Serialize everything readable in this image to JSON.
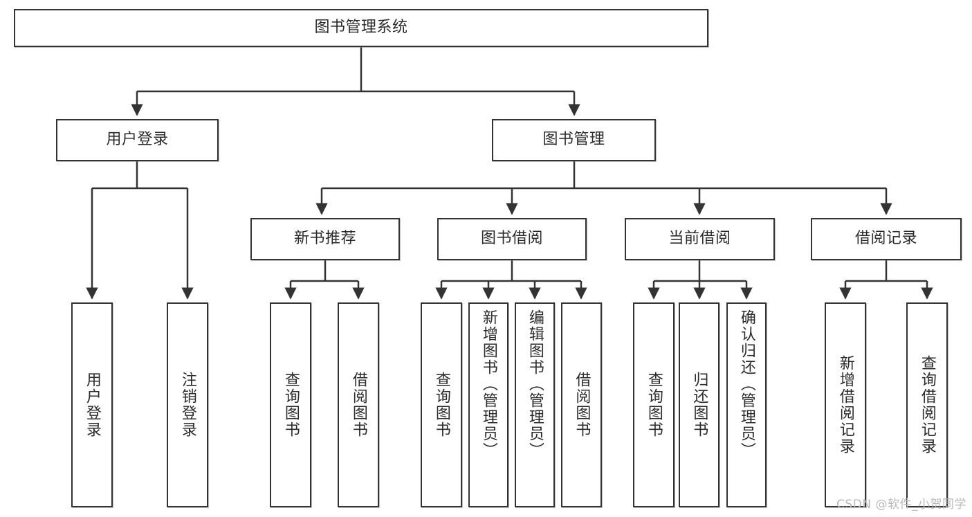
{
  "diagram": {
    "title_node": {
      "label": "图书管理系统"
    },
    "level2": [
      {
        "id": "user-login",
        "label": "用户登录"
      },
      {
        "id": "book-management",
        "label": "图书管理"
      }
    ],
    "level3": [
      {
        "id": "new-book-recommend",
        "label": "新书推荐"
      },
      {
        "id": "book-borrow",
        "label": "图书借阅"
      },
      {
        "id": "current-borrow",
        "label": "当前借阅"
      },
      {
        "id": "borrow-record",
        "label": "借阅记录"
      }
    ],
    "leaves": {
      "user_login": [
        {
          "id": "leaf-user-login",
          "label": "用户登录"
        },
        {
          "id": "leaf-logout-login",
          "label": "注销登录"
        }
      ],
      "new_book_recommend": [
        {
          "id": "leaf-query-book-1",
          "label": "查询图书"
        },
        {
          "id": "leaf-borrow-book-1",
          "label": "借阅图书"
        }
      ],
      "book_borrow": [
        {
          "id": "leaf-query-book-2",
          "label": "查询图书"
        },
        {
          "id": "leaf-add-book",
          "label": "新增图书（管理员）"
        },
        {
          "id": "leaf-edit-book",
          "label": "编辑图书（管理员）"
        },
        {
          "id": "leaf-borrow-book-2",
          "label": "借阅图书"
        }
      ],
      "current_borrow": [
        {
          "id": "leaf-query-book-3",
          "label": "查询图书"
        },
        {
          "id": "leaf-return-book",
          "label": "归还图书"
        },
        {
          "id": "leaf-confirm-return",
          "label": "确认归还（管理员）"
        }
      ],
      "borrow_record": [
        {
          "id": "leaf-add-record",
          "label": "新增借阅记录"
        },
        {
          "id": "leaf-query-record",
          "label": "查询借阅记录"
        }
      ]
    }
  },
  "watermark": {
    "text": "CSDN @软件_小贺同学"
  },
  "colors": {
    "stroke": "#333333",
    "background": "#ffffff",
    "text": "#2b2b2b",
    "watermark": "#b9b9b9"
  }
}
